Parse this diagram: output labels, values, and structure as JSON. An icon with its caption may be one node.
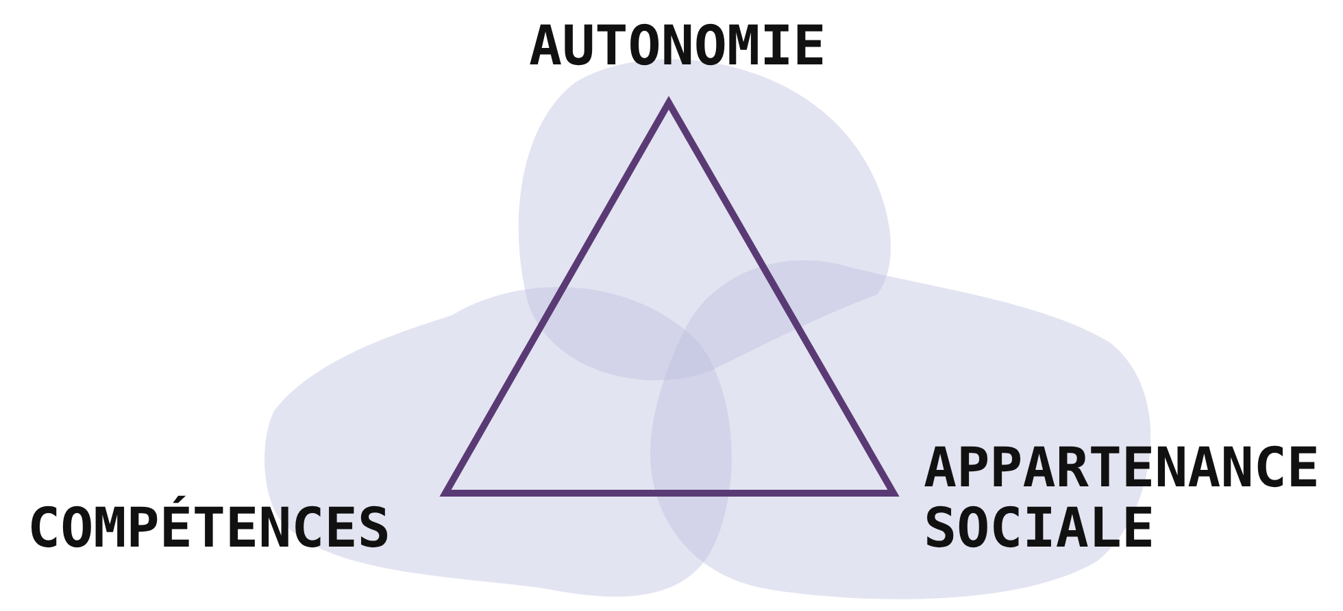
{
  "diagram": {
    "labels": [
      "AUTONOMIE",
      "COMPÉTENCES",
      "APPARTENANCE SOCIALE"
    ]
  }
}
